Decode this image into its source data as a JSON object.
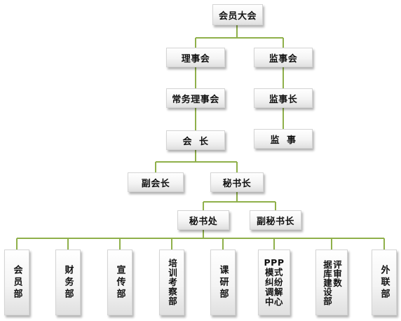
{
  "line_color": "#8fb04a",
  "nodes": {
    "general_assembly": "会员大会",
    "council": "理事会",
    "supervisory_board": "监事会",
    "standing_council": "常务理事会",
    "chief_supervisor": "监事长",
    "president": "会  长",
    "supervisor": "监  事",
    "vice_president": "副会长",
    "secretary_general": "秘书长",
    "secretariat": "秘书处",
    "deputy_secretary_general": "副秘书长"
  },
  "departments": [
    {
      "label": "会员部"
    },
    {
      "label": "财务部"
    },
    {
      "label": "宣传部"
    },
    {
      "label": "培训考察部"
    },
    {
      "label_top": "PPP",
      "label_lines": [
        "模式",
        "纠纷",
        "调解",
        "中心"
      ],
      "id": "ppp"
    },
    {
      "label": "课研部"
    },
    {
      "label_col1": "评审数",
      "label_col2": "据库建设部",
      "id": "review"
    },
    {
      "label": "外联部"
    }
  ]
}
